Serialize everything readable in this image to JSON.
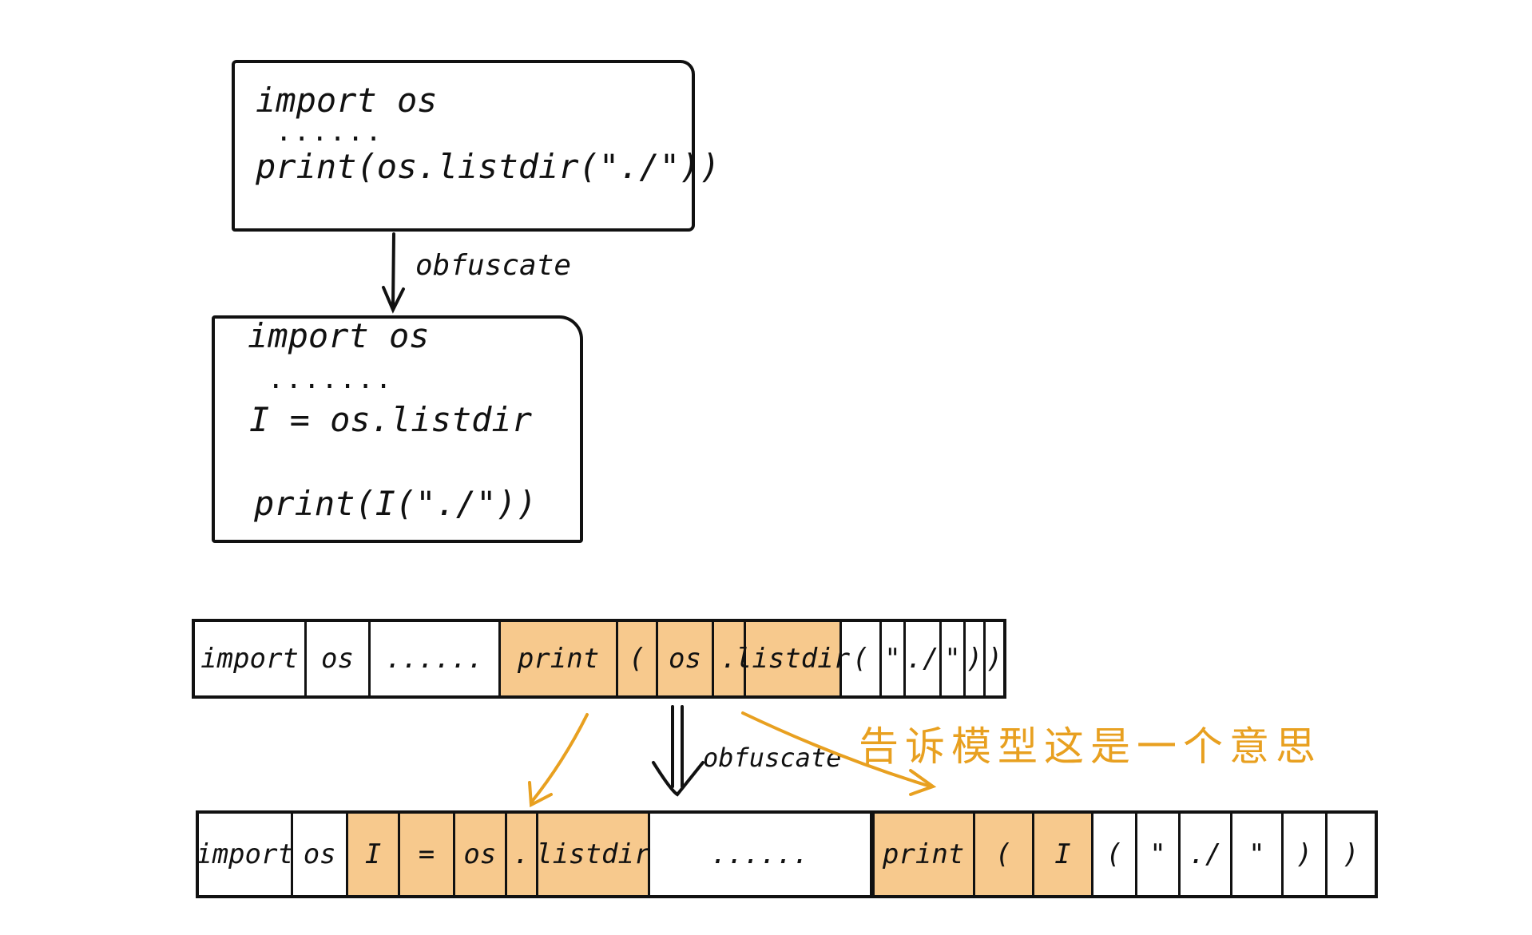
{
  "box1": {
    "line1": "import os",
    "dots": "......",
    "line2": "print(os.listdir(\"./\"))"
  },
  "arrow1_label": "obfuscate",
  "box2": {
    "line1": "import os",
    "dots": ".......",
    "line2": "I = os.listdir",
    "line3": "print(I(\"./\"))"
  },
  "strip1": {
    "tokens": [
      {
        "text": "import",
        "highlight": false
      },
      {
        "text": "os",
        "highlight": false
      },
      {
        "text": "......",
        "highlight": false
      },
      {
        "text": "print",
        "highlight": true
      },
      {
        "text": "(",
        "highlight": true
      },
      {
        "text": "os",
        "highlight": true
      },
      {
        "text": ".",
        "highlight": true
      },
      {
        "text": "listdir",
        "highlight": true
      },
      {
        "text": "(",
        "highlight": false
      },
      {
        "text": "\"",
        "highlight": false
      },
      {
        "text": "./",
        "highlight": false
      },
      {
        "text": "\"",
        "highlight": false
      },
      {
        "text": ")",
        "highlight": false
      },
      {
        "text": ")",
        "highlight": false
      }
    ]
  },
  "arrow2_label": "obfuscate",
  "annotation": "告诉模型这是一个意思",
  "strip2": {
    "tokens": [
      {
        "text": "import",
        "highlight": false
      },
      {
        "text": "os",
        "highlight": false
      },
      {
        "text": "I",
        "highlight": true
      },
      {
        "text": "=",
        "highlight": true
      },
      {
        "text": "os",
        "highlight": true
      },
      {
        "text": ".",
        "highlight": true
      },
      {
        "text": "listdir",
        "highlight": true
      },
      {
        "text": "......",
        "highlight": false
      },
      {
        "text": "print",
        "highlight": true
      },
      {
        "text": "(",
        "highlight": true
      },
      {
        "text": "I",
        "highlight": true
      },
      {
        "text": "(",
        "highlight": false
      },
      {
        "text": "\"",
        "highlight": false
      },
      {
        "text": "./",
        "highlight": false
      },
      {
        "text": "\"",
        "highlight": false
      },
      {
        "text": ")",
        "highlight": false
      },
      {
        "text": ")",
        "highlight": false
      }
    ]
  },
  "colors": {
    "highlight": "#f7c98d",
    "annotation": "#e8a020",
    "ink": "#111111"
  }
}
